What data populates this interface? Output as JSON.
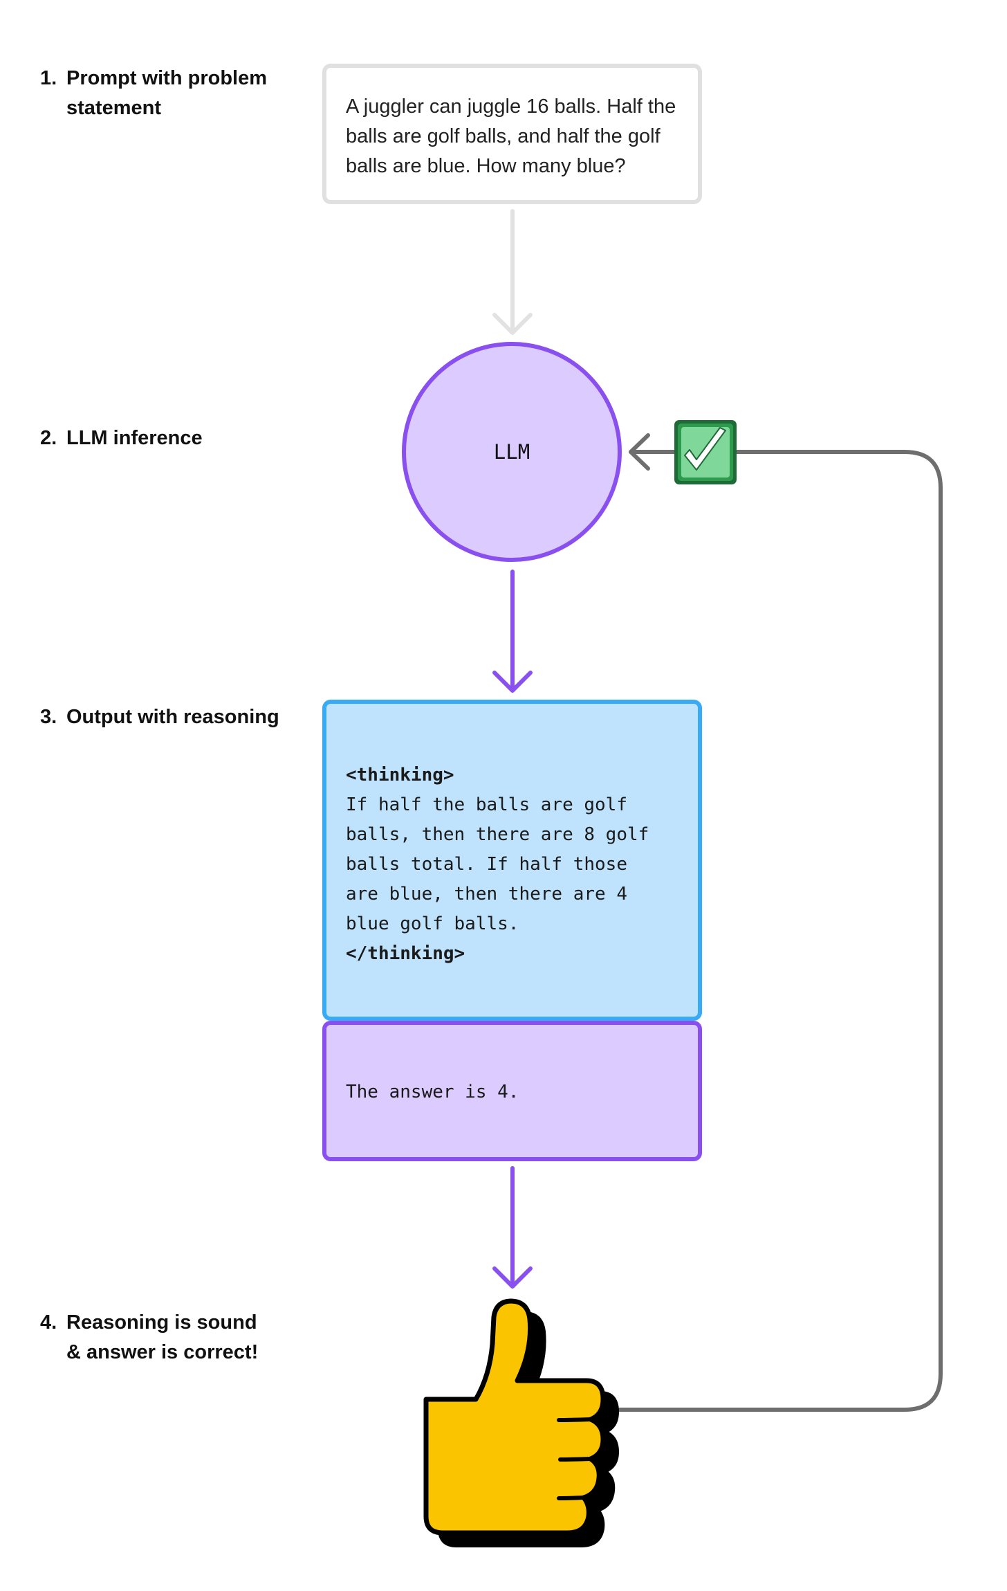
{
  "steps": [
    {
      "number": "1.",
      "text": "Prompt with problem\nstatement"
    },
    {
      "number": "2.",
      "text": "LLM inference"
    },
    {
      "number": "3.",
      "text": "Output with reasoning"
    },
    {
      "number": "4.",
      "text": "Reasoning is sound\n& answer is correct!"
    }
  ],
  "prompt": {
    "text": "A juggler can juggle 16 balls. Half the balls are golf balls, and half the golf balls are blue. How many blue?"
  },
  "llm": {
    "label": "LLM"
  },
  "output": {
    "open_tag": "<thinking>",
    "reasoning": "If half the balls are golf\nballs, then there are 8 golf\nballs total. If half those\nare blue, then there are 4\nblue golf balls.",
    "close_tag": "</thinking>"
  },
  "answer": {
    "text": "The answer is 4."
  },
  "icons": {
    "feedback": "check-mark-icon",
    "result": "thumbs-up-icon"
  },
  "colors": {
    "llm_border": "#8a4fef",
    "llm_fill": "#dccbfe",
    "output_border": "#39aaf4",
    "output_fill": "#bfe3fc",
    "prompt_border": "#e0e0e0",
    "check_fill": "#3aa65a",
    "thumb_fill": "#fbc400",
    "loop_arrow": "#6e6e6e"
  }
}
